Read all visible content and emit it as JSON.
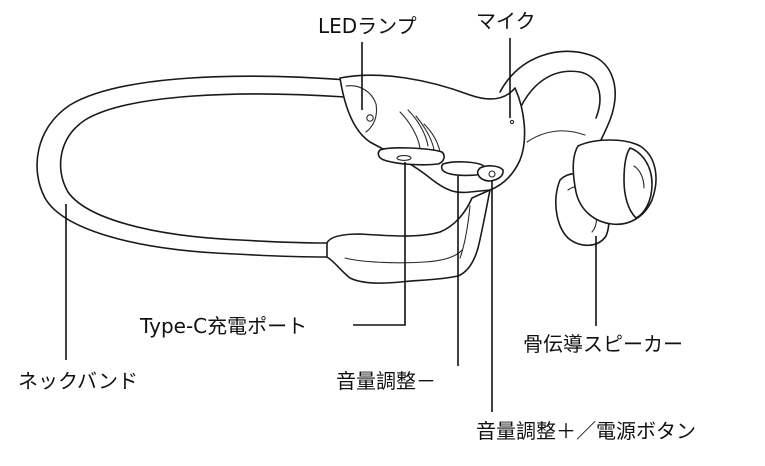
{
  "labels": {
    "led_lamp": "LEDランプ",
    "mic": "マイク",
    "usb_port": "Type-C充電ポート",
    "volume_down": "音量調整－",
    "volume_up_power": "音量調整＋／電源ボタン",
    "neckband": "ネックバンド",
    "speaker": "骨伝導スピーカー"
  },
  "colors": {
    "line": "#1a1a1a",
    "text": "#111111",
    "background": "#ffffff"
  }
}
